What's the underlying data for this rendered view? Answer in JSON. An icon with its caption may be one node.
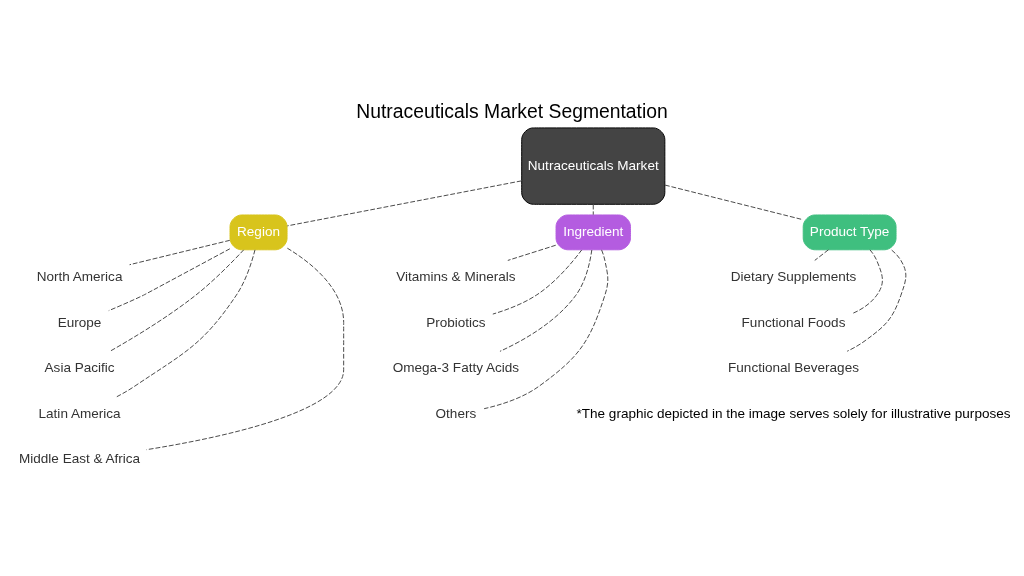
{
  "diagram": {
    "title": "Nutraceuticals Market Segmentation",
    "nodes": [
      {
        "text": [
          "Nutraceuticals Market"
        ]
      },
      {
        "text": [
          "Region"
        ]
      },
      {
        "text": [
          "North America"
        ]
      },
      {
        "text": [
          "Europe"
        ]
      },
      {
        "text": [
          "Asia Pacific"
        ]
      },
      {
        "text": [
          "Latin America"
        ]
      },
      {
        "text": [
          "Middle East & Africa"
        ]
      },
      {
        "text": [
          "Ingredient"
        ]
      },
      {
        "text": [
          "Vitamins & Minerals"
        ]
      },
      {
        "text": [
          "Probiotics"
        ]
      },
      {
        "text": [
          "Omega-3 Fatty Acids"
        ]
      },
      {
        "text": [
          "Others"
        ]
      },
      {
        "text": [
          "Product Type"
        ]
      },
      {
        "text": [
          "Dietary Supplements"
        ]
      },
      {
        "text": [
          "Functional Foods"
        ]
      },
      {
        "text": [
          "Functional Beverages"
        ]
      }
    ],
    "edges": [
      {
        "from": 0,
        "to": 1,
        "arrow": "none",
        "style": "dashed"
      },
      {
        "from": 0,
        "to": 7,
        "arrow": "none",
        "style": "dashed"
      },
      {
        "from": 0,
        "to": 12,
        "arrow": "none",
        "style": "dashed"
      },
      {
        "from": 1,
        "to": 2,
        "arrow": "none",
        "style": "dashed"
      },
      {
        "from": 1,
        "to": 3,
        "arrow": "none",
        "style": "dashed"
      },
      {
        "from": 1,
        "to": 4,
        "arrow": "none",
        "style": "dashed"
      },
      {
        "from": 1,
        "to": 5,
        "arrow": "none",
        "style": "dashed"
      },
      {
        "from": 1,
        "to": 6,
        "arrow": "none",
        "style": "dashed"
      },
      {
        "from": 7,
        "to": 8,
        "arrow": "none",
        "style": "dashed"
      },
      {
        "from": 7,
        "to": 9,
        "arrow": "none",
        "style": "dashed"
      },
      {
        "from": 7,
        "to": 10,
        "arrow": "none",
        "style": "dashed"
      },
      {
        "from": 7,
        "to": 11,
        "arrow": "none",
        "style": "dashed"
      },
      {
        "from": 12,
        "to": 13,
        "arrow": "none",
        "style": "dashed"
      },
      {
        "from": 12,
        "to": 14,
        "arrow": "none",
        "style": "dashed"
      },
      {
        "from": 12,
        "to": 15,
        "arrow": "none",
        "style": "dashed"
      }
    ],
    "labels": [
      "*The graphic depicted in the image serves solely for illustrative purposes"
    ]
  }
}
